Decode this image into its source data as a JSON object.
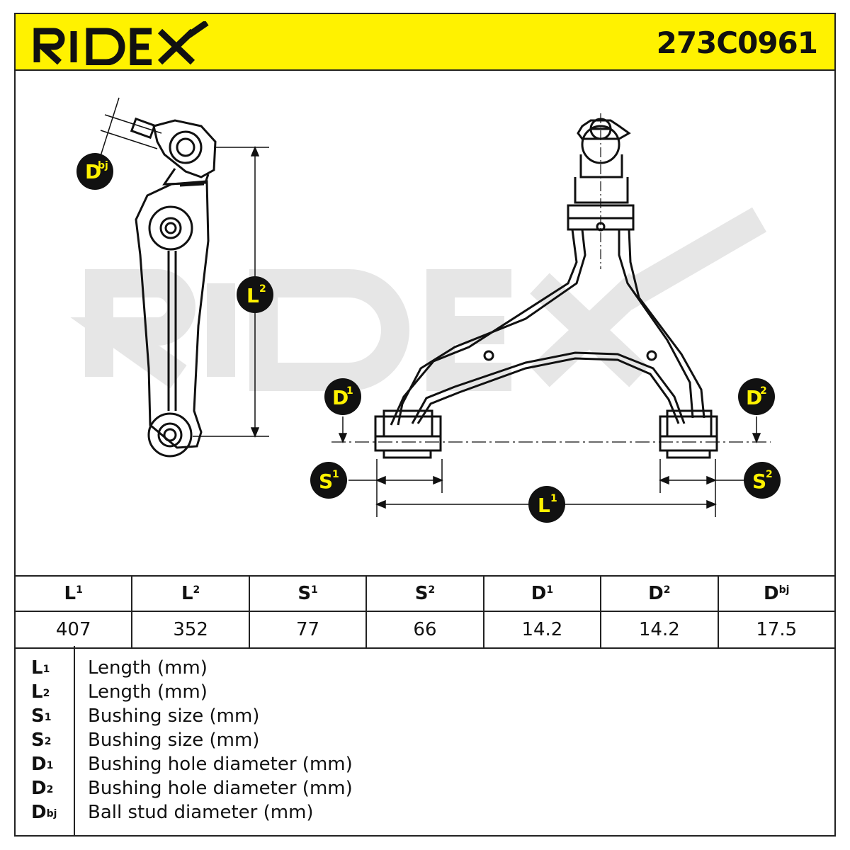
{
  "header": {
    "brand": "RIDEX",
    "part_number": "273C0961",
    "background_color": "#fff200"
  },
  "diagram": {
    "watermark": "RIDEX",
    "badges": {
      "dbj": {
        "main": "D",
        "sup": "bj"
      },
      "l2": {
        "main": "L",
        "sup": "2"
      },
      "d1": {
        "main": "D",
        "sup": "1"
      },
      "d2": {
        "main": "D",
        "sup": "2"
      },
      "s1": {
        "main": "S",
        "sup": "1"
      },
      "s2": {
        "main": "S",
        "sup": "2"
      },
      "l1": {
        "main": "L",
        "sup": "1"
      }
    },
    "badge_color": "#fff200"
  },
  "specs": {
    "headers": [
      {
        "main": "L",
        "sup": "1"
      },
      {
        "main": "L",
        "sup": "2"
      },
      {
        "main": "S",
        "sup": "1"
      },
      {
        "main": "S",
        "sup": "2"
      },
      {
        "main": "D",
        "sup": "1"
      },
      {
        "main": "D",
        "sup": "2"
      },
      {
        "main": "D",
        "sup": "bj"
      }
    ],
    "values": [
      "407",
      "352",
      "77",
      "66",
      "14.2",
      "14.2",
      "17.5"
    ]
  },
  "legend": [
    {
      "main": "L",
      "sup": "1",
      "text": "Length (mm)"
    },
    {
      "main": "L",
      "sup": "2",
      "text": "Length (mm)"
    },
    {
      "main": "S",
      "sup": "1",
      "text": "Bushing size (mm)"
    },
    {
      "main": "S",
      "sup": "2",
      "text": "Bushing size (mm)"
    },
    {
      "main": "D",
      "sup": "1",
      "text": "Bushing hole diameter (mm)"
    },
    {
      "main": "D",
      "sup": "2",
      "text": "Bushing hole diameter (mm)"
    },
    {
      "main": "D",
      "sup": "bj",
      "text": "Ball stud diameter (mm)"
    }
  ]
}
